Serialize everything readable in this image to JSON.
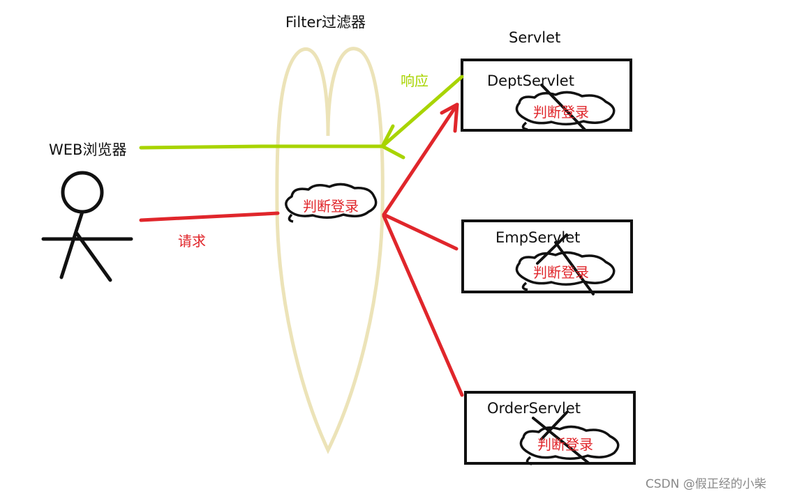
{
  "filter": {
    "title": "Filter过滤器",
    "check_label": "判断登录"
  },
  "servlet_group": {
    "title": "Servlet"
  },
  "browser": {
    "label": "WEB浏览器"
  },
  "arrows": {
    "request_label": "请求",
    "response_label": "响应"
  },
  "servlets": [
    {
      "name": "DeptServlet",
      "check_label": "判断登录"
    },
    {
      "name": "EmpServlet",
      "check_label": "判断登录"
    },
    {
      "name": "OrderServlet",
      "check_label": "判断登录"
    }
  ],
  "colors": {
    "request": "#e0262b",
    "response": "#a8d400",
    "filter_outline": "#ece3b8",
    "outline": "#111111"
  },
  "watermark": "CSDN @假正经的小柴"
}
